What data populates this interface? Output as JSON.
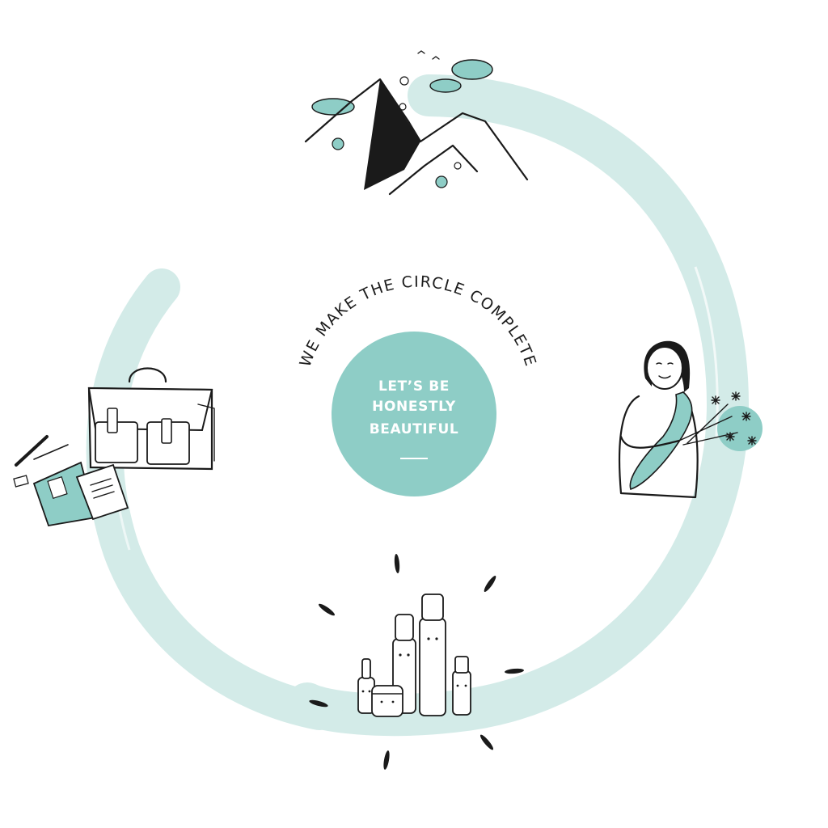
{
  "arc_text": "WE MAKE THE CIRCLE COMPLETE",
  "badge": {
    "line1": "LET’S BE",
    "line2": "HONESTLY",
    "line3": "BEAUTIFUL"
  },
  "colors": {
    "ring": "#d3ebe8",
    "accent": "#8ecdc6",
    "ink": "#1a1a1a",
    "background": "#ffffff"
  },
  "icons": [
    "mountain-icon",
    "farmer-woman-icon",
    "cosmetic-bottles-icon",
    "school-bag-icon"
  ]
}
